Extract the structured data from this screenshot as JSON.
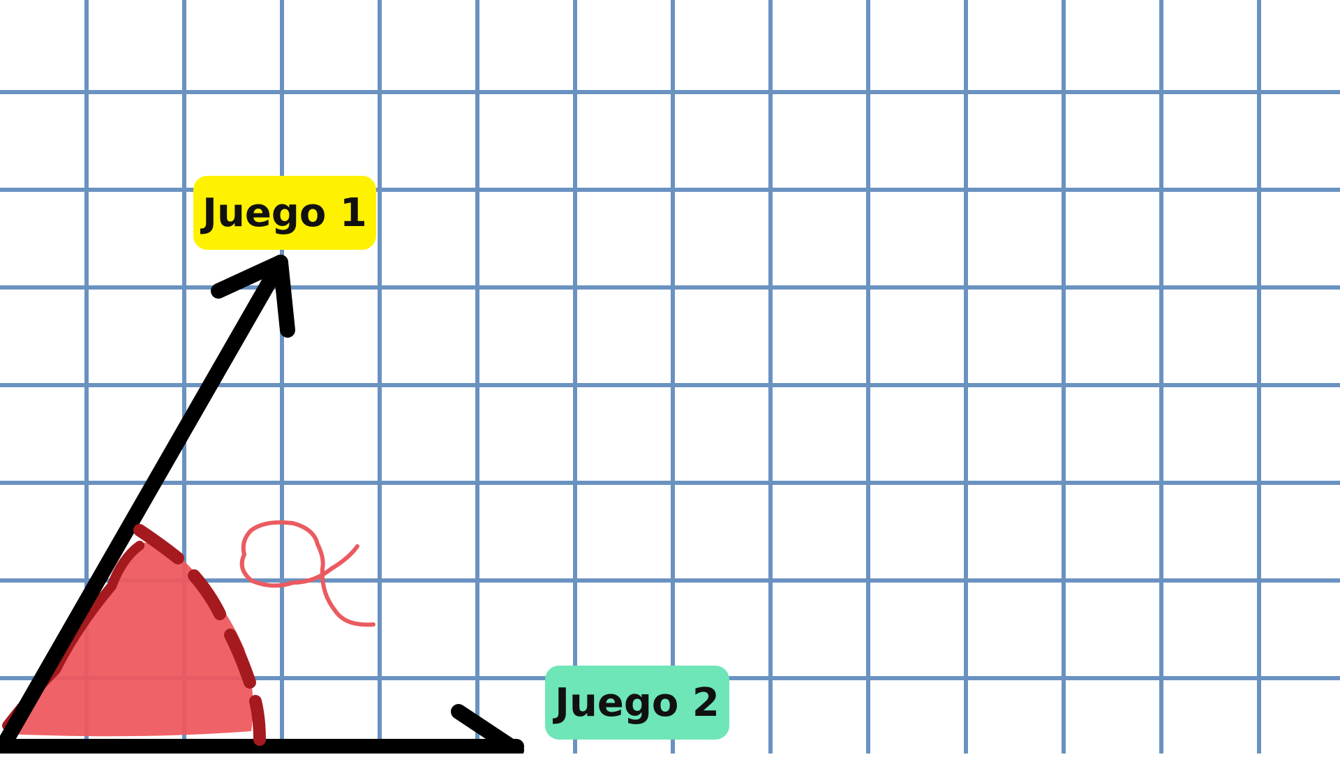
{
  "labels": {
    "vector_1": "Juego 1",
    "vector_2": "Juego 2",
    "angle_symbol": "α"
  },
  "colors": {
    "grid_line": "#6a92c1",
    "vector_stroke": "#000000",
    "angle_fill": "#ee5a5f",
    "angle_stroke": "#a51a1f",
    "label_1_bg": "#fff200",
    "label_2_bg": "#6ee6b8",
    "alpha_stroke": "#ea5b60"
  },
  "icons": {
    "vector_1_head": "arrowhead-icon",
    "vector_2_head": "arrowhead-icon"
  }
}
